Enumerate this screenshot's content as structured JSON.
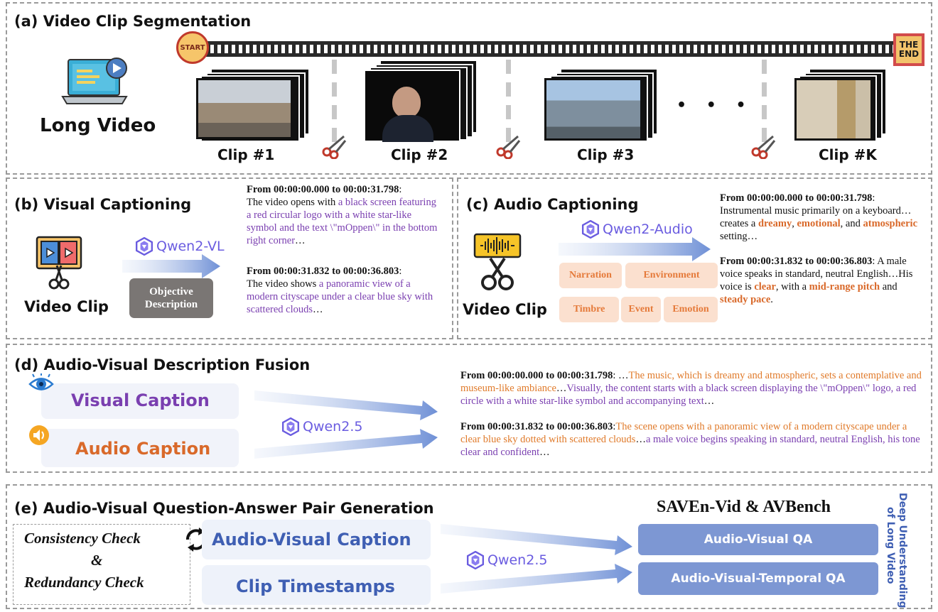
{
  "section_a": {
    "title": "(a) Video Clip Segmentation",
    "long_video": "Long Video",
    "start": "START",
    "end_line1": "THE",
    "end_line2": "END",
    "clips": [
      "Clip #1",
      "Clip #2",
      "Clip #3",
      "Clip #K"
    ],
    "ellipsis": "• • •"
  },
  "section_b": {
    "title": "(b) Visual Captioning",
    "model": "Qwen2-VL",
    "video_clip": "Video Clip",
    "objective_line1": "Objective",
    "objective_line2": "Description",
    "cap1_time": "From 00:00:00.000 to 00:00:31.798",
    "cap1_plain": "The video opens with ",
    "cap1_purple": "a black screen featuring a red circular logo with a white star-like symbol and the text \\\"mOppen\\\" in the bottom right corner",
    "cap1_end": "…",
    "cap2_time": "From 00:00:31.832 to 00:00:36.803",
    "cap2_plain": "The video shows ",
    "cap2_purple": "a panoramic view of a modern cityscape under a clear blue sky with scattered clouds",
    "cap2_end": "…"
  },
  "section_c": {
    "title": "(c) Audio Captioning",
    "model": "Qwen2-Audio",
    "video_clip": "Video Clip",
    "tags": [
      "Narration",
      "Environment",
      "Timbre",
      "Event",
      "Emotion"
    ],
    "cap1_time": "From 00:00:00.000 to 00:00:31.798",
    "cap1_a": "Instrumental music primarily on a keyboard…creates a ",
    "cap1_k1": "dreamy",
    "cap1_b": ", ",
    "cap1_k2": "emotional",
    "cap1_c": ", and ",
    "cap1_k3": "atmospheric",
    "cap1_d": " setting…",
    "cap2_time": "From 00:00:31.832 to 00:00:36.803",
    "cap2_a": "A male voice speaks in standard, neutral English…His voice is ",
    "cap2_k1": "clear",
    "cap2_b": ", with a ",
    "cap2_k2": "mid-range pitch",
    "cap2_c": " and ",
    "cap2_k3": "steady pace",
    "cap2_d": "."
  },
  "section_d": {
    "title": "(d) Audio-Visual Description Fusion",
    "visual_caption": "Visual Caption",
    "audio_caption": "Audio Caption",
    "model": "Qwen2.5",
    "cap1_time": "From 00:00:00.000 to 00:00:31.798",
    "cap1_lead": ": …",
    "cap1_orange": "The music, which is dreamy and atmospheric, sets a contemplative and museum-like ambiance",
    "cap1_mid": "…",
    "cap1_purple": "Visually, the content starts with a black screen displaying the \\\"mOppen\\\" logo, a red circle with a white star-like symbol and accompanying text",
    "cap1_end": "…",
    "cap2_time": "From 00:00:31.832 to 00:00:36.803",
    "cap2_orange": "The scene opens with a panoramic view of a modern cityscape under a clear blue sky dotted with scattered clouds",
    "cap2_mid": "…",
    "cap2_purple": "a male voice begins speaking in standard, neutral English, his tone clear and confident",
    "cap2_end": "…"
  },
  "section_e": {
    "title": "(e) Audio-Visual Question-Answer Pair Generation",
    "check1": "Consistency Check",
    "amp": "&",
    "check2": "Redundancy Check",
    "av_caption": "Audio-Visual Caption",
    "timestamps": "Clip Timestamps",
    "model": "Qwen2.5",
    "bench": "SAVEn-Vid & AVBench",
    "qa1": "Audio-Visual QA",
    "qa2": "Audio-Visual-Temporal QA",
    "side1": "Deep Understanding",
    "side2": "of Long Video"
  },
  "colors": {
    "purple": "#7a3fb0",
    "orange": "#e07a2a",
    "qa_blue": "#7d97d3",
    "qwen": "#6a5ce0"
  }
}
